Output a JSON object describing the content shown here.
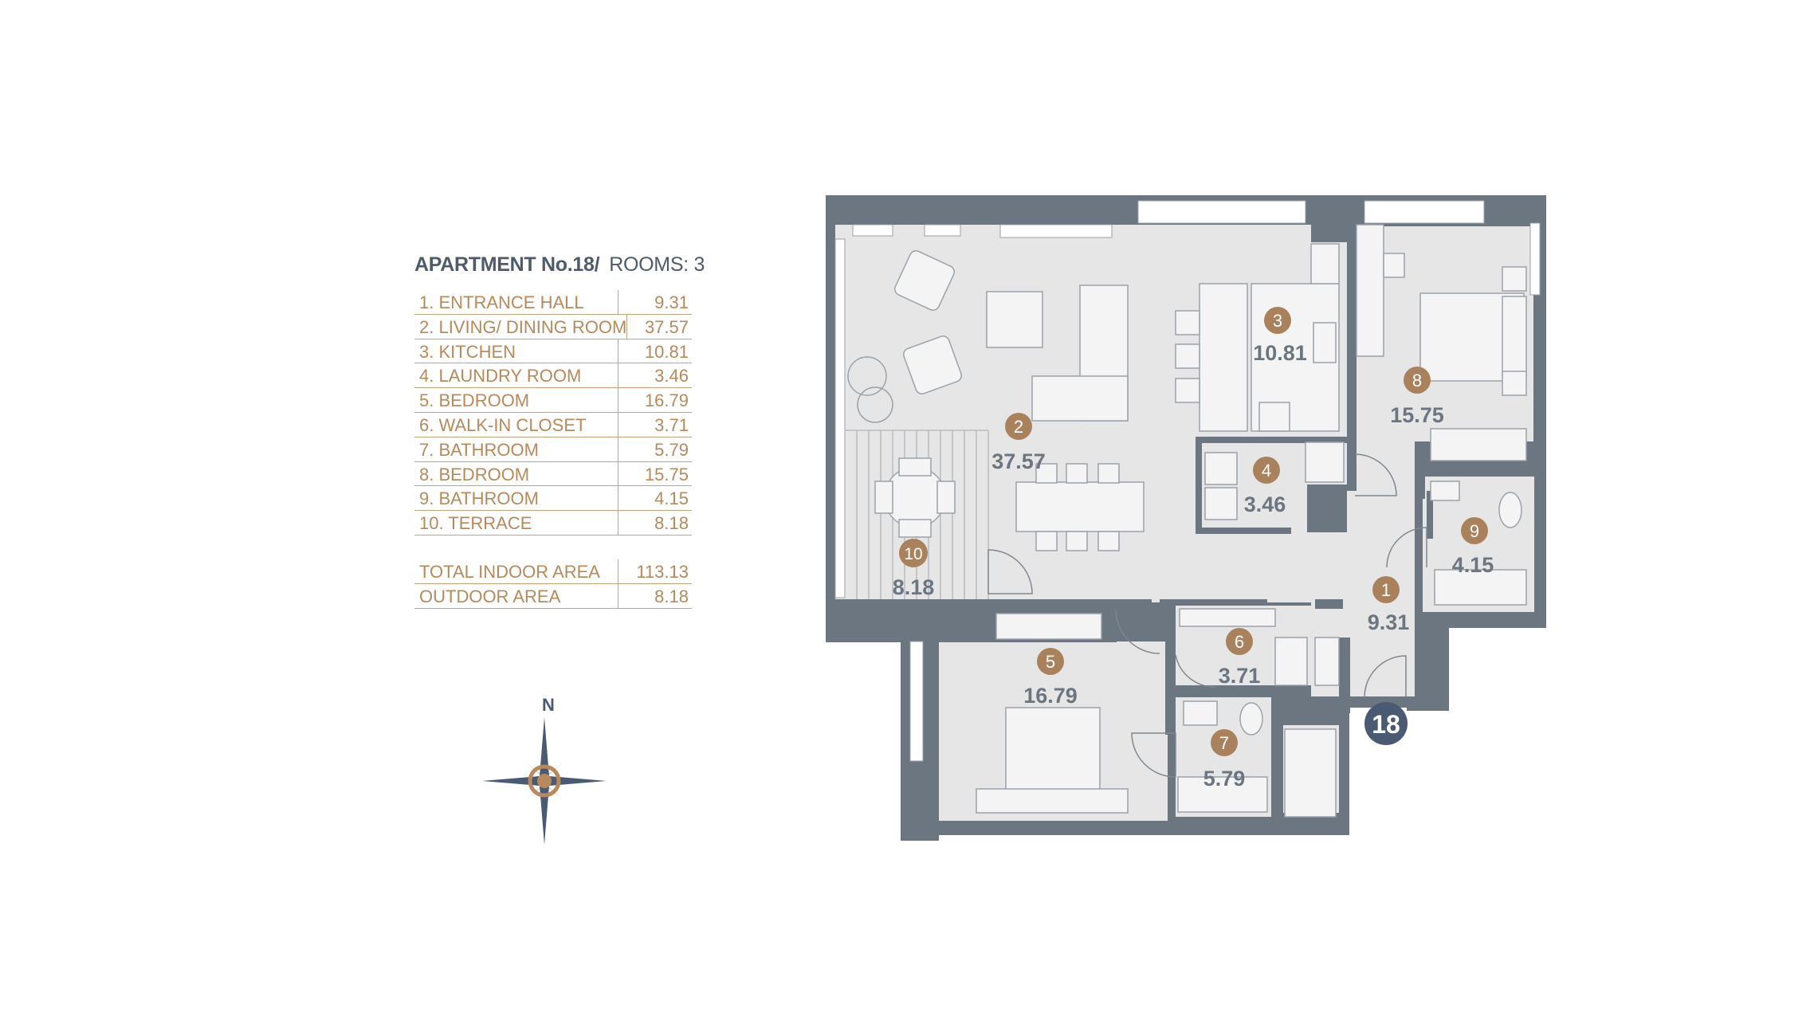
{
  "legend": {
    "title": "APARTMENT No.18/",
    "rooms": "ROOMS: 3",
    "items": [
      {
        "label": "1.  ENTRANCE HALL",
        "value": "9.31"
      },
      {
        "label": "2.  LIVING/ DINING ROOM",
        "value": "37.57"
      },
      {
        "label": "3.  KITCHEN",
        "value": "10.81"
      },
      {
        "label": "4.  LAUNDRY ROOM",
        "value": "3.46"
      },
      {
        "label": "5.  BEDROOM",
        "value": "16.79"
      },
      {
        "label": "6.  WALK-IN CLOSET",
        "value": "3.71"
      },
      {
        "label": "7.  BATHROOM",
        "value": "5.79"
      },
      {
        "label": "8.  BEDROOM",
        "value": "15.75"
      },
      {
        "label": "9.  BATHROOM",
        "value": "4.15"
      },
      {
        "label": "10. TERRACE",
        "value": "8.18"
      }
    ],
    "totals": [
      {
        "label": "TOTAL INDOOR AREA",
        "value": "113.13"
      },
      {
        "label": "OUTDOOR AREA",
        "value": "8.18"
      }
    ]
  },
  "plan": {
    "apartment_badge": "18",
    "rooms": [
      {
        "num": "1",
        "area": "9.31"
      },
      {
        "num": "2",
        "area": "37.57"
      },
      {
        "num": "3",
        "area": "10.81"
      },
      {
        "num": "4",
        "area": "3.46"
      },
      {
        "num": "5",
        "area": "16.79"
      },
      {
        "num": "6",
        "area": "3.71"
      },
      {
        "num": "7",
        "area": "5.79"
      },
      {
        "num": "8",
        "area": "15.75"
      },
      {
        "num": "9",
        "area": "4.15"
      },
      {
        "num": "10",
        "area": "8.18"
      }
    ]
  },
  "compass": {
    "north_label": "N"
  },
  "colors": {
    "wall": "#6b7680",
    "floor": "#e6e6e7",
    "accent": "#b8895b",
    "badge": "#a9825d",
    "navy": "#4a5a72"
  }
}
